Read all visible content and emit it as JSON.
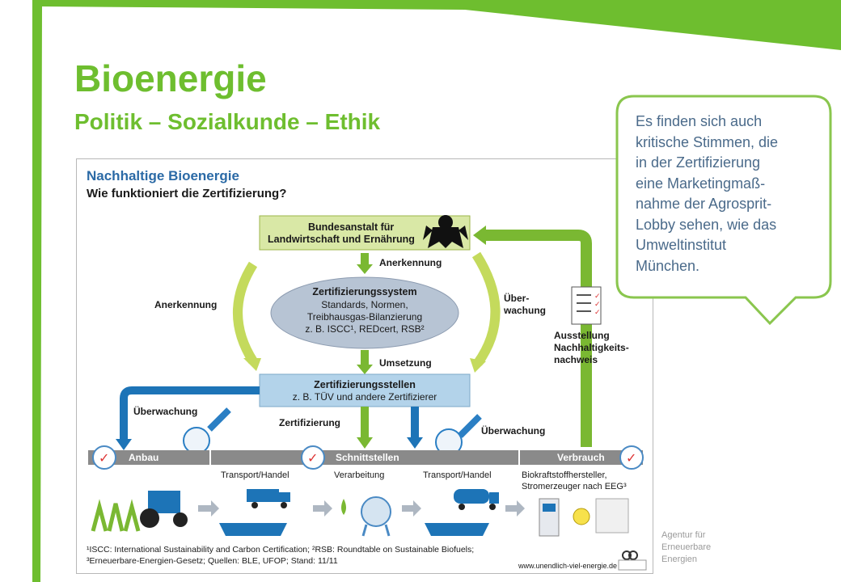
{
  "slide": {
    "title": "Bioenergie",
    "subtitle": "Politik – Sozialkunde – Ethik",
    "accent_color": "#6ebe2f"
  },
  "callout": {
    "text_lines": [
      "Es finden sich auch",
      "kritische Stimmen, die",
      "in der Zertifizierung",
      "eine Marketingmaß-",
      "nahme der Agrosprit-",
      "Lobby sehen, wie das",
      "Umweltinstitut",
      "München."
    ]
  },
  "credit": {
    "lines": [
      "Agentur für",
      "Erneuerbare",
      "Energien"
    ]
  },
  "infographic": {
    "title": "Nachhaltige Bioenergie",
    "subtitle": "Wie funktioniert die Zertifizierung?",
    "authority": {
      "line1": "Bundesanstalt für",
      "line2": "Landwirtschaft und Ernährung"
    },
    "labels": {
      "anerkennung_center": "Anerkennung",
      "anerkennung_left": "Anerkennung",
      "ueberwachung_right_1": "Über-",
      "ueberwachung_right_2": "wachung",
      "umsetzung": "Umsetzung",
      "ausstellung_1": "Ausstellung",
      "ausstellung_2": "Nachhaltigkeits-",
      "ausstellung_3": "nachweis",
      "ueberwachung_left": "Überwachung",
      "zertifizierung": "Zertifizierung",
      "ueberwachung_mid": "Überwachung"
    },
    "system": {
      "line1": "Zertifizierungssystem",
      "line2": "Standards, Normen,",
      "line3": "Treibhausgas-Bilanzierung",
      "line4": "z. B. ISCC¹, REDcert, RSB²"
    },
    "stellen": {
      "line1": "Zertifizierungsstellen",
      "line2": "z. B. TÜV und andere Zertifizierer"
    },
    "chain": {
      "anbau": "Anbau",
      "schnittstellen": "Schnittstellen",
      "verbrauch": "Verbrauch",
      "transport1": "Transport/Handel",
      "verarbeitung": "Verarbeitung",
      "transport2": "Transport/Handel",
      "biokraft1": "Biokraftstoffhersteller,",
      "biokraft2": "Stromerzeuger nach EEG³"
    },
    "footnotes": {
      "line1": "¹ISCC: International Sustainability and Carbon Certification; ²RSB: Roundtable on Sustainable Biofuels;",
      "line2": "³Erneuerbare-Energien-Gesetz; Quellen: BLE, UFOP; Stand: 11/11",
      "url": "www.unendlich-viel-energie.de"
    }
  }
}
